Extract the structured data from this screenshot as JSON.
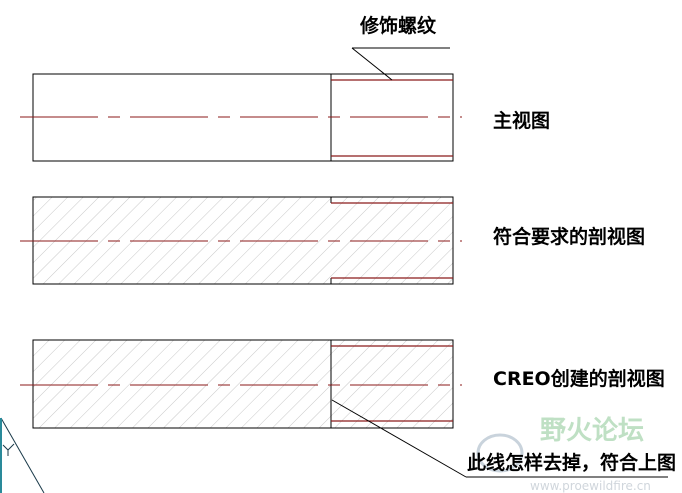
{
  "labels": {
    "cosmetic_thread": "修饰螺纹",
    "main_view": "主视图",
    "desired_section": "符合要求的剖视图",
    "creo_section": "CREO创建的剖视图",
    "question": "此线怎样去掉，符合上图"
  },
  "watermark": {
    "title": "野火论坛",
    "url": "www.proewildfire.cn"
  },
  "colors": {
    "outline": "#000000",
    "centerline": "#8b1a1a",
    "hatch": "#c8c8c8"
  }
}
